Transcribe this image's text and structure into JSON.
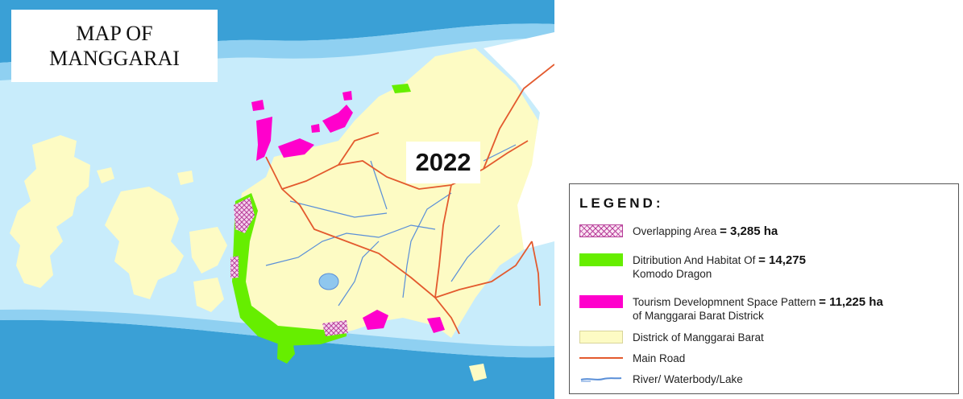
{
  "map": {
    "title_line1": "MAP OF",
    "title_line2": "MANGGARAI",
    "year": "2022"
  },
  "colors": {
    "sea_light": "#c8ecfb",
    "sea_dark": "#3aa0d6",
    "land": "#fdfbc4",
    "overlap": "#b8409a",
    "habitat": "#66ee00",
    "tourism": "#ff00cc",
    "road": "#e35a2e",
    "river": "#5a8fd8"
  },
  "legend": {
    "title": "LEGEND:",
    "items": [
      {
        "icon": "crosshatch-swatch-icon",
        "label": "Overlapping Area",
        "value": "= 3,285 ha"
      },
      {
        "icon": "green-swatch-icon",
        "label": "Ditribution And Habitat Of",
        "value": "= 14,275",
        "label2": "Komodo Dragon"
      },
      {
        "icon": "magenta-swatch-icon",
        "label": "Tourism Developmnent Space Pattern",
        "value": "= 11,225 ha",
        "label2": "of Manggarai Barat Districk"
      },
      {
        "icon": "yellow-swatch-icon",
        "label": "Districk of Manggarai Barat"
      },
      {
        "icon": "road-line-icon",
        "label": "Main Road"
      },
      {
        "icon": "river-line-icon",
        "label": "River/ Waterbody/Lake"
      }
    ]
  }
}
